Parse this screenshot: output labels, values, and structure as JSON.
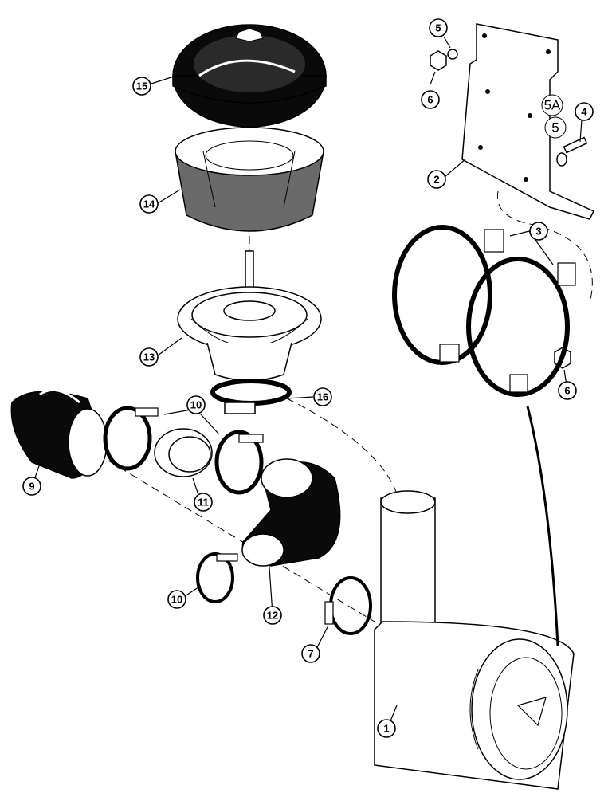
{
  "callouts": [
    {
      "id": "c15",
      "label": "15"
    },
    {
      "id": "c14",
      "label": "14"
    },
    {
      "id": "c13",
      "label": "13"
    },
    {
      "id": "c16",
      "label": "16"
    },
    {
      "id": "c10a",
      "label": "10"
    },
    {
      "id": "c9",
      "label": "9"
    },
    {
      "id": "c11",
      "label": "11"
    },
    {
      "id": "c10b",
      "label": "10"
    },
    {
      "id": "c12",
      "label": "12"
    },
    {
      "id": "c7",
      "label": "7"
    },
    {
      "id": "c1",
      "label": "1"
    },
    {
      "id": "c5a",
      "label": "5"
    },
    {
      "id": "c6a",
      "label": "6"
    },
    {
      "id": "c4",
      "label": "4"
    },
    {
      "id": "c2",
      "label": "2"
    },
    {
      "id": "c3",
      "label": "3"
    },
    {
      "id": "c6b",
      "label": "6"
    }
  ],
  "plain_labels": [
    {
      "id": "p5A",
      "label": "5A"
    },
    {
      "id": "p5",
      "label": "5"
    }
  ]
}
